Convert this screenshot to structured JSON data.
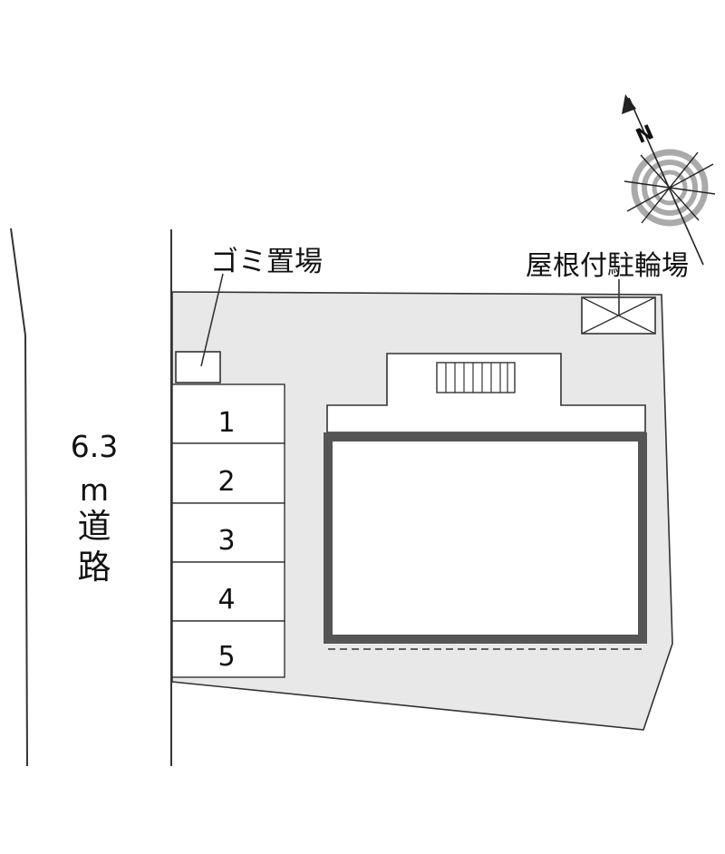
{
  "road": {
    "width_label": "6.3",
    "unit_label": "m",
    "name_chars": [
      "道",
      "路"
    ]
  },
  "labels": {
    "garbage": "ゴミ置場",
    "bicycle_parking": "屋根付駐輪場",
    "compass_letter": "N"
  },
  "parking_spaces": [
    "1",
    "2",
    "3",
    "4",
    "5"
  ],
  "colors": {
    "lot_fill": "#e8e8e8",
    "line": "#333333",
    "building_outline": "#555555",
    "compass_ring": "#aaaaaa"
  }
}
